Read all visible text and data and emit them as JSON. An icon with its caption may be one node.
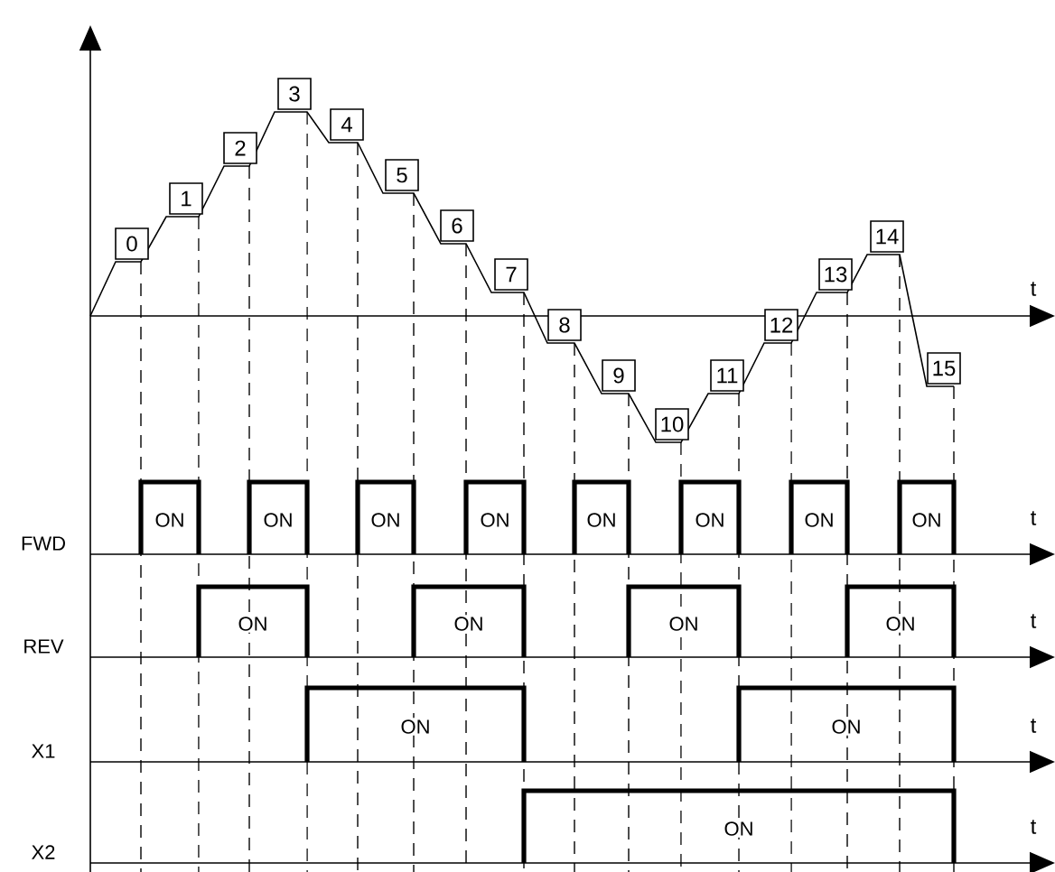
{
  "diagram": {
    "nodes": [
      {
        "text": [
          "0"
        ]
      },
      {
        "text": [
          "1"
        ]
      },
      {
        "text": [
          "2"
        ]
      },
      {
        "text": [
          "3"
        ]
      },
      {
        "text": [
          "4"
        ]
      },
      {
        "text": [
          "5"
        ]
      },
      {
        "text": [
          "6"
        ]
      },
      {
        "text": [
          "7"
        ]
      },
      {
        "text": [
          "8"
        ]
      },
      {
        "text": [
          "9"
        ]
      },
      {
        "text": [
          "10"
        ]
      },
      {
        "text": [
          "11"
        ]
      },
      {
        "text": [
          "12"
        ]
      },
      {
        "text": [
          "13"
        ]
      },
      {
        "text": [
          "14"
        ]
      },
      {
        "text": [
          "15"
        ]
      }
    ],
    "labels": [
      "t",
      "ON",
      "ON",
      "ON",
      "ON",
      "ON",
      "ON",
      "ON",
      "ON",
      "FWD",
      "t",
      "ON",
      "ON",
      "ON",
      "ON",
      "REV",
      "t",
      "ON",
      "ON",
      "X1",
      "t",
      "ON",
      "X2",
      "t"
    ]
  }
}
